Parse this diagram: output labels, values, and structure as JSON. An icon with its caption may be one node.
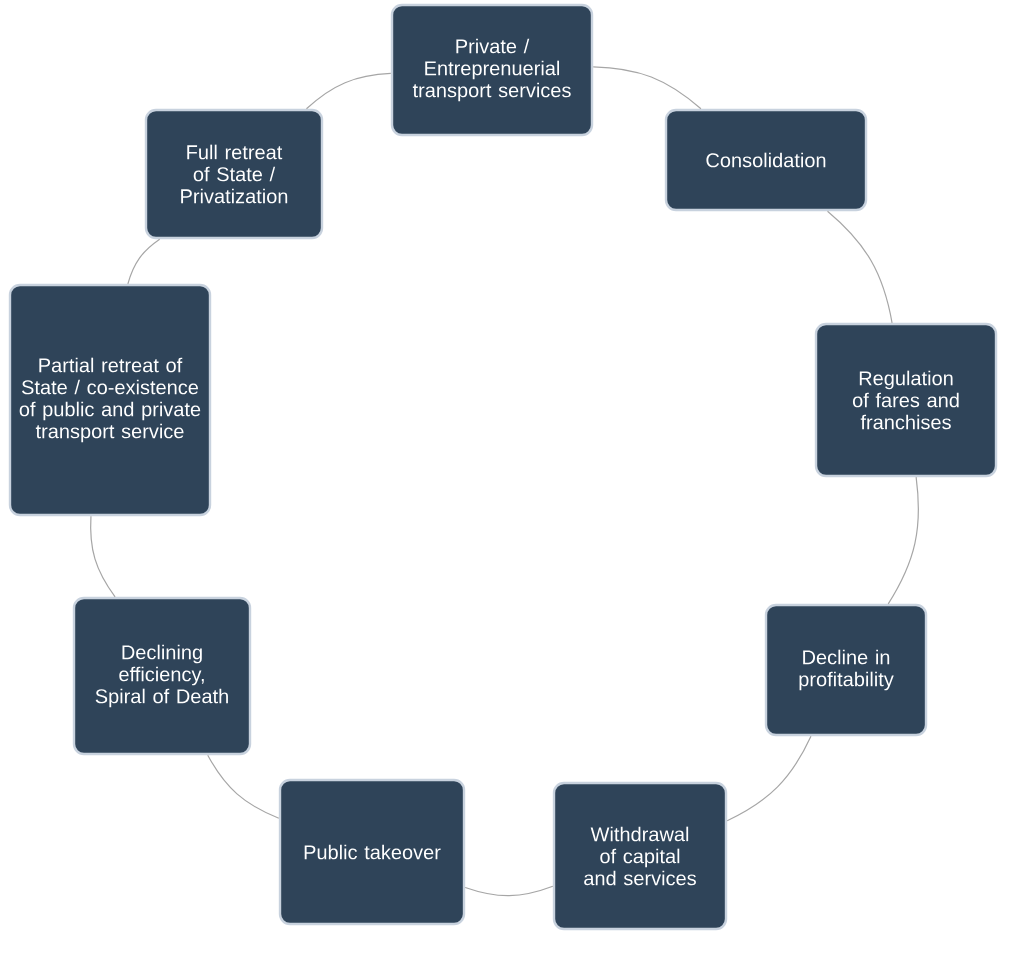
{
  "diagram": {
    "nodes": [
      {
        "text": [
          "Private / Entreprenuerial transport services"
        ]
      },
      {
        "text": [
          "Consolidation"
        ]
      },
      {
        "text": [
          "Regulation of fares and franchises"
        ]
      },
      {
        "text": [
          "Decline in profitability"
        ]
      },
      {
        "text": [
          "Withdrawal of capital and services"
        ]
      },
      {
        "text": [
          "Public takeover"
        ]
      },
      {
        "text": [
          "Declining efficiency, Spiral of Death"
        ]
      },
      {
        "text": [
          "Partial retreat of State / co-existence of public and private transport service"
        ]
      },
      {
        "text": [
          "Full retreat of State / Privatization"
        ]
      }
    ],
    "edges": [
      {
        "from": 0,
        "to": 1,
        "arrow": "none"
      },
      {
        "from": 1,
        "to": 2,
        "arrow": "none"
      },
      {
        "from": 2,
        "to": 3,
        "arrow": "none"
      },
      {
        "from": 3,
        "to": 4,
        "arrow": "none"
      },
      {
        "from": 4,
        "to": 5,
        "arrow": "none"
      },
      {
        "from": 5,
        "to": 6,
        "arrow": "none"
      },
      {
        "from": 6,
        "to": 7,
        "arrow": "none"
      },
      {
        "from": 7,
        "to": 8,
        "arrow": "none"
      },
      {
        "from": 8,
        "to": 0,
        "arrow": "none"
      }
    ]
  }
}
